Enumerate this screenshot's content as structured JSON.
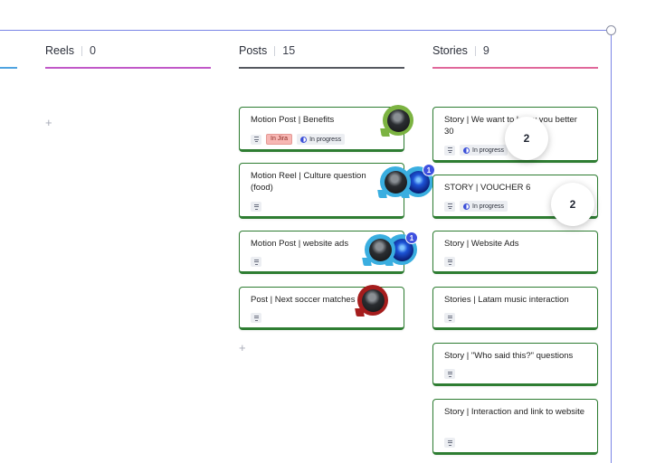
{
  "columns": [
    {
      "name": "Reels",
      "count": "0",
      "line_color": "#c158c8"
    },
    {
      "name": "Posts",
      "count": "15",
      "line_color": "#55585f"
    },
    {
      "name": "Stories",
      "count": "9",
      "line_color": "#e0679a"
    }
  ],
  "posts": [
    {
      "title": "Motion Post | Benefits",
      "tag": "In Jira",
      "status": "In progress"
    },
    {
      "title": "Motion Reel | Culture question (food)"
    },
    {
      "title": "Motion Post | website ads"
    },
    {
      "title": "Post | Next soccer matches"
    }
  ],
  "stories": [
    {
      "title": "Story | We want to know you better 30",
      "status": "In progress"
    },
    {
      "title": "STORY | VOUCHER 6",
      "status": "In progress"
    },
    {
      "title": "Story | Website Ads"
    },
    {
      "title": "Stories | Latam music interaction"
    },
    {
      "title": "Story | \"Who said this?\" questions"
    },
    {
      "title": "Story | Interaction and link to website"
    }
  ],
  "badges": {
    "reel_culture": "1",
    "post_ads": "1"
  },
  "comment_counts": {
    "story_know": "2",
    "story_voucher": "2"
  },
  "add_label": "+",
  "colors": {
    "card_border": "#2e7d32",
    "selection": "#7b86e6",
    "badge": "#3f51e0"
  }
}
